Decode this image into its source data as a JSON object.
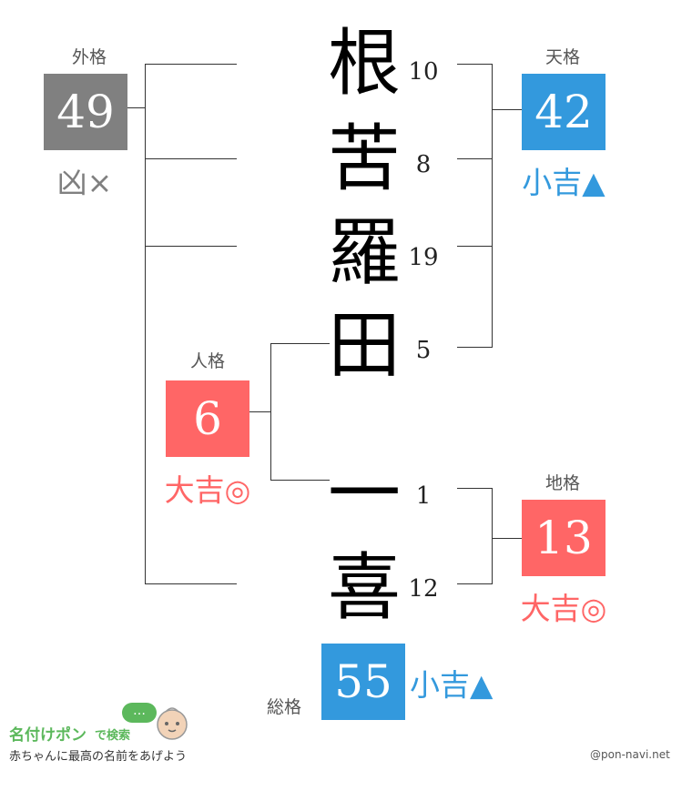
{
  "name": {
    "chars": [
      {
        "char": "根",
        "strokes": "10"
      },
      {
        "char": "苦",
        "strokes": "8"
      },
      {
        "char": "羅",
        "strokes": "19"
      },
      {
        "char": "田",
        "strokes": "5"
      },
      {
        "char": "一",
        "strokes": "1"
      },
      {
        "char": "喜",
        "strokes": "12"
      }
    ]
  },
  "gaikaku": {
    "label": "外格",
    "value": "49",
    "fortune": "凶×",
    "color": "#808080"
  },
  "tenkaku": {
    "label": "天格",
    "value": "42",
    "fortune": "小吉▲",
    "color": "#3399dd"
  },
  "jinkaku": {
    "label": "人格",
    "value": "6",
    "fortune": "大吉◎",
    "color": "#ff6666"
  },
  "chikaku": {
    "label": "地格",
    "value": "13",
    "fortune": "大吉◎",
    "color": "#ff6666"
  },
  "soukaku": {
    "label": "総格",
    "value": "55",
    "fortune": "小吉▲",
    "color": "#3399dd"
  },
  "footer": {
    "logo_title": "名付けポン",
    "logo_search": "で検索",
    "bubble": "…",
    "tagline": "赤ちゃんに最高の名前をあげよう",
    "credit": "@pon-navi.net"
  }
}
